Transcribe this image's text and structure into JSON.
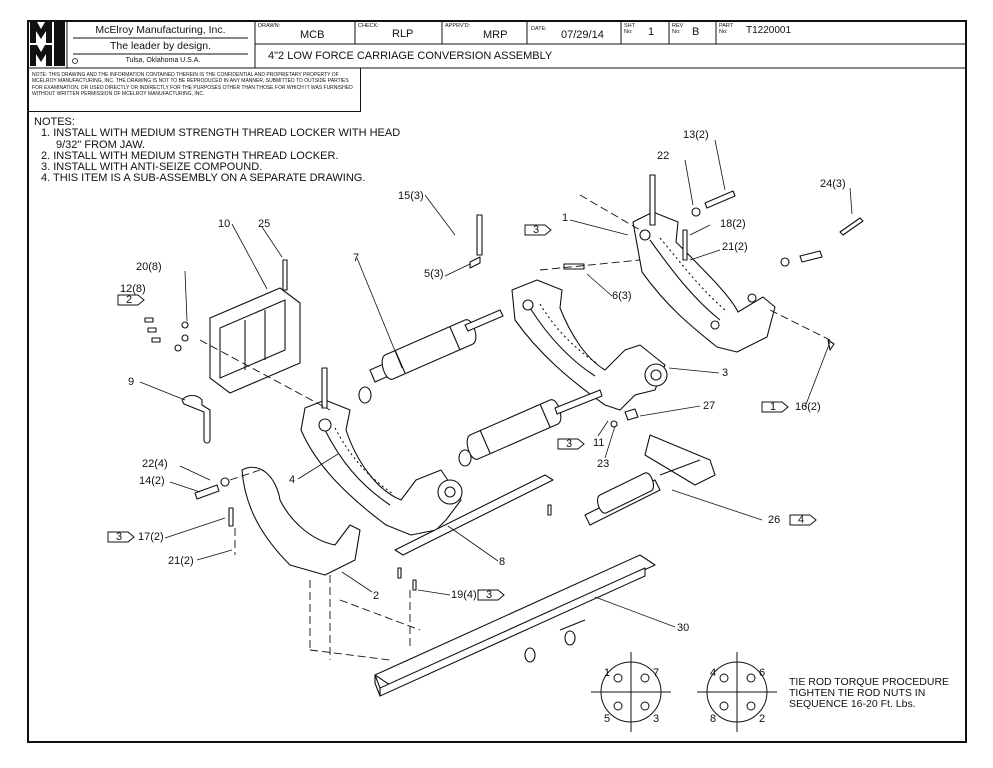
{
  "title_block": {
    "company": "McElroy Manufacturing, Inc.",
    "tagline": "The leader by design.",
    "location": "Tulsa, Oklahoma U.S.A.",
    "drawn_label": "DRAWN:",
    "drawn_value": "MCB",
    "check_label": "CHECK:",
    "check_value": "RLP",
    "apprvd_label": "APPRV'D:",
    "apprvd_value": "MRP",
    "date_label": "DATE:",
    "date_value": "07/29/14",
    "sht_label": "SHT No:",
    "sht_value": "1",
    "rev_label": "REV No:",
    "rev_value": "B",
    "part_label": "PART No:",
    "part_value": "T1220001",
    "drawing_title": "4\"2 LOW FORCE CARRIAGE CONVERSION ASSEMBLY"
  },
  "confidential_note": "NOTE: THIS DRAWING AND THE INFORMATION CONTAINED THEREIN IS THE CONFIDENTIAL AND PROPRIETARY PROPERTY OF McElroy Manufacturing, Inc. THE DRAWING IS NOT TO BE REPRODUCED IN ANY MANNER, SUBMITTED TO OUTSIDE PARTIES FOR EXAMINATION, OR USED DIRECTLY OR INDIRECTLY FOR THE PURPOSES OTHER THAN THOSE FOR WHICH IT WAS FURNISHED WITHOUT WRITTEN PERMISSION OF McElroy Manufacturing, Inc.",
  "notes": {
    "heading": "NOTES:",
    "items": [
      "1. INSTALL WITH MEDIUM STRENGTH THREAD LOCKER WITH HEAD",
      "9/32\" FROM JAW.",
      "2. INSTALL WITH MEDIUM STRENGTH THREAD LOCKER.",
      "3. INSTALL WITH ANTI-SEIZE COMPOUND.",
      "4. THIS ITEM IS A SUB-ASSEMBLY ON A SEPARATE DRAWING."
    ]
  },
  "callouts": {
    "c13": "13(2)",
    "c22a": "22",
    "c24": "24(3)",
    "c15": "15(3)",
    "c1": "1",
    "c18": "18(2)",
    "c21a": "21(2)",
    "c10": "10",
    "c25": "25",
    "c5": "5(3)",
    "c6": "6(3)",
    "c20": "20(8)",
    "c12": "12(8)",
    "c7": "7",
    "c3a": "3",
    "c16": "16(2)",
    "c27": "27",
    "c9": "9",
    "c11": "11",
    "c23": "23",
    "c22b": "22(4)",
    "c14": "14(2)",
    "c4": "4",
    "c26": "26",
    "c17": "17(2)",
    "c21b": "21(2)",
    "c8": "8",
    "c2": "2",
    "c19": "19(4)",
    "c30": "30"
  },
  "note_flags": {
    "f3_top": "3",
    "f2": "2",
    "f1_right": "1",
    "f3_mid": "3",
    "f4": "4",
    "f3_left": "3",
    "f3_bottom": "3"
  },
  "bolt_pattern_left": [
    "1",
    "7",
    "5",
    "3"
  ],
  "bolt_pattern_right": [
    "4",
    "6",
    "8",
    "2"
  ],
  "torque_procedure": [
    "TIE ROD TORQUE PROCEDURE",
    "TIGHTEN TIE ROD NUTS IN",
    "SEQUENCE 16-20 Ft. Lbs."
  ]
}
